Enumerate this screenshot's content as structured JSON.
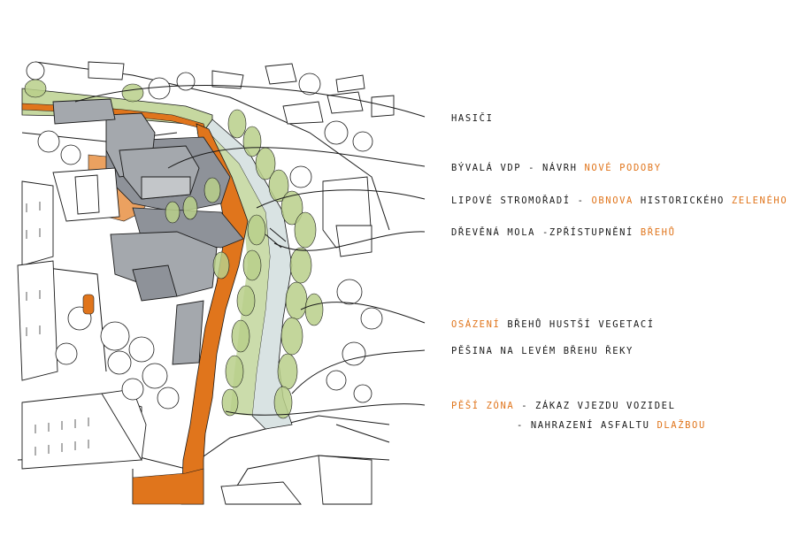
{
  "colors": {
    "accent": "#e0751c",
    "vegetation": "#b9cf8a",
    "building": "#9a9ea3",
    "water": "#d9e3e3",
    "ink": "#1a1a1a"
  },
  "annotations": [
    {
      "id": "hasici",
      "parts": [
        {
          "text": "hasiči",
          "highlight": false
        }
      ]
    },
    {
      "id": "vdp",
      "parts": [
        {
          "text": "bývalá VDP - návrh ",
          "highlight": false
        },
        {
          "text": "nové podoby",
          "highlight": true
        }
      ]
    },
    {
      "id": "stromoradi",
      "parts": [
        {
          "text": "lipové stromořadí - ",
          "highlight": false
        },
        {
          "text": "obnova",
          "highlight": true
        },
        {
          "text": " historického ",
          "highlight": false
        },
        {
          "text": "zeleného pásu",
          "highlight": true
        }
      ]
    },
    {
      "id": "mola",
      "parts": [
        {
          "text": "dřevěná mola -zpřístupnění ",
          "highlight": false
        },
        {
          "text": "břehů",
          "highlight": true
        }
      ]
    },
    {
      "id": "osazeni",
      "parts": [
        {
          "text": "osázení",
          "highlight": true
        },
        {
          "text": " břehů hustší vegetací",
          "highlight": false
        }
      ]
    },
    {
      "id": "pesina",
      "parts": [
        {
          "text": "pěšina na levém břehu řeky",
          "highlight": false
        }
      ]
    },
    {
      "id": "pesi-zona",
      "parts": [
        {
          "text": "pěší zóna",
          "highlight": true
        },
        {
          "text": " - zákaz vjezdu vozidel",
          "highlight": false
        }
      ]
    },
    {
      "id": "dlazba",
      "parts": [
        {
          "text": "- nahrazení asfaltu ",
          "highlight": false
        },
        {
          "text": "dlažbou",
          "highlight": true
        }
      ]
    }
  ]
}
